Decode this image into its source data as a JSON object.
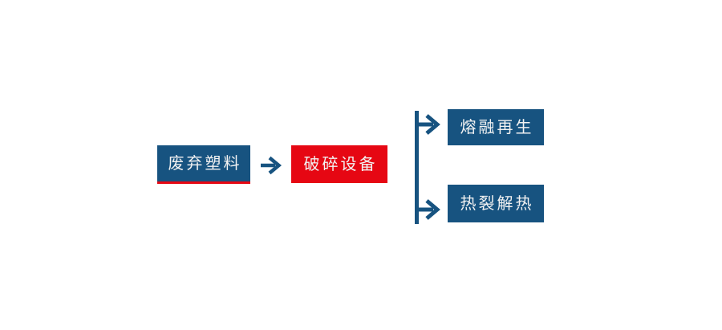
{
  "diagram": {
    "colors": {
      "primary_blue": "#175380",
      "accent_red": "#E60713",
      "label_text": "#F2F2F2",
      "background": "#FFFFFF"
    },
    "nodes": [
      {
        "id": "waste-plastic",
        "label": "废弃塑料",
        "fill": "blue",
        "underline": "red"
      },
      {
        "id": "crushing-equipment",
        "label": "破碎设备",
        "fill": "red"
      },
      {
        "id": "melt-regeneration",
        "label": "熔融再生",
        "fill": "blue"
      },
      {
        "id": "pyrolysis-heat",
        "label": "热裂解热",
        "fill": "blue"
      }
    ],
    "connectors": [
      {
        "id": "arrow-main",
        "type": "right-arrow",
        "from": "waste-plastic",
        "to": "crushing-equipment"
      },
      {
        "id": "branch-line",
        "type": "vertical-line",
        "spans": [
          "melt-regeneration",
          "pyrolysis-heat"
        ]
      },
      {
        "id": "arrow-branch-top",
        "type": "right-arrow",
        "from": "branch-line",
        "to": "melt-regeneration"
      },
      {
        "id": "arrow-branch-bottom",
        "type": "right-arrow",
        "from": "branch-line",
        "to": "pyrolysis-heat"
      }
    ]
  }
}
